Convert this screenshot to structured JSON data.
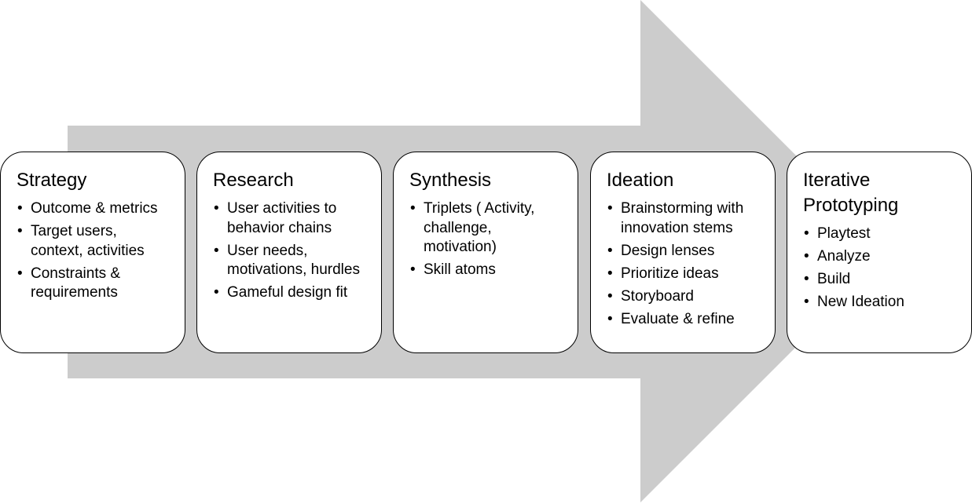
{
  "colors": {
    "arrow_fill": "#cccccc",
    "box_border": "#000000",
    "box_fill": "#ffffff",
    "text": "#000000"
  },
  "stages": [
    {
      "title": "Strategy",
      "items": [
        "Outcome & metrics",
        "Target users, context, activities",
        "Constraints & requirements"
      ]
    },
    {
      "title": "Research",
      "items": [
        "User activities to behavior chains",
        "User needs, motivations, hurdles",
        "Gameful design fit"
      ]
    },
    {
      "title": "Synthesis",
      "items": [
        "Triplets ( Activity, challenge, motivation)",
        "Skill atoms"
      ]
    },
    {
      "title": "Ideation",
      "items": [
        "Brainstorming with innovation stems",
        "Design lenses",
        "Prioritize ideas",
        "Storyboard",
        "Evaluate & refine"
      ]
    },
    {
      "title": "Iterative Prototyping",
      "items": [
        "Playtest",
        "Analyze",
        "Build",
        "New Ideation"
      ]
    }
  ]
}
